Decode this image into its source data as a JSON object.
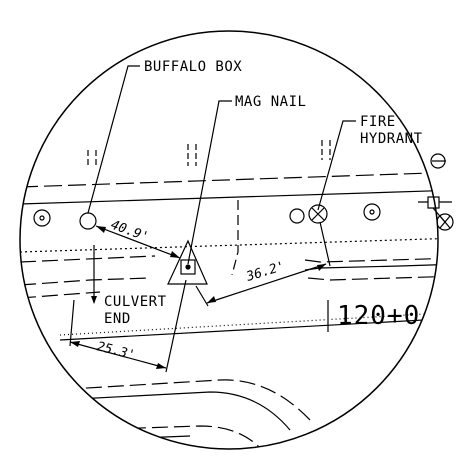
{
  "callouts": {
    "buffalo_box": "BUFFALO BOX",
    "mag_nail": "MAG NAIL",
    "fire_hydrant_line1": "FIRE",
    "fire_hydrant_line2": "HYDRANT",
    "culvert_end_line1": "CULVERT",
    "culvert_end_line2": "END"
  },
  "dimensions": {
    "buffalo_box_to_nail": "40.9'",
    "hydrant_to_nail": "36.2'",
    "culvert_to_nail": "25.3'"
  },
  "station": "120+0",
  "icons": [
    "tree-symbol-icon",
    "buffalo-box-icon",
    "fire-hydrant-icon",
    "mag-nail-icon",
    "utility-pole-icon",
    "pull-box-icon"
  ]
}
